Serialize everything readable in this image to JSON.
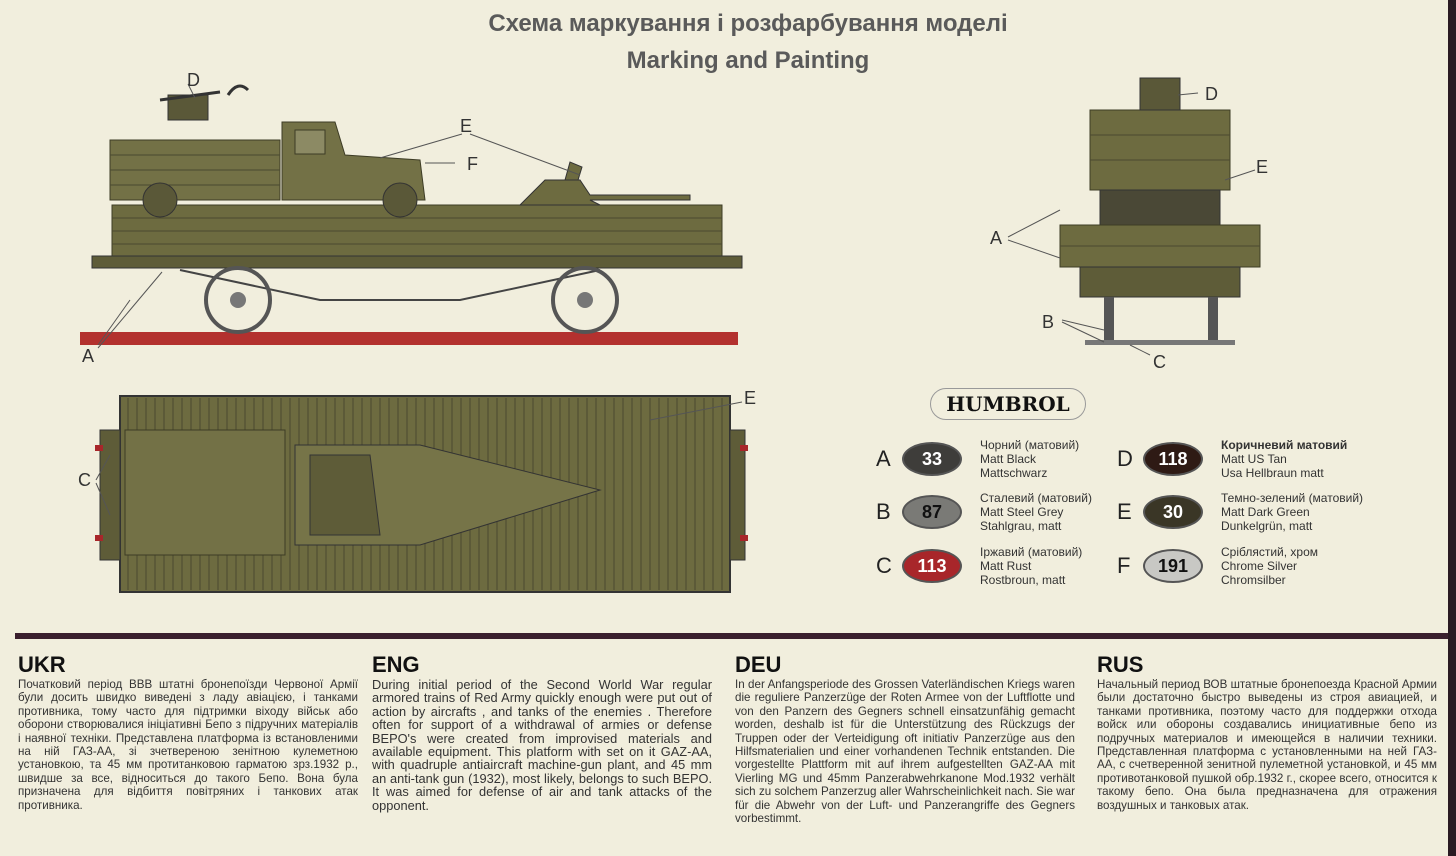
{
  "header": {
    "title_ukr": "Схема маркування і розфарбування моделі",
    "title_eng": "Marking and Painting"
  },
  "callouts": {
    "side": [
      "D",
      "E",
      "F",
      "A"
    ],
    "front": [
      "D",
      "E",
      "A",
      "B",
      "C"
    ],
    "top": [
      "E",
      "C"
    ]
  },
  "paint_brand": "HUMBROL",
  "paints": [
    {
      "letter": "A",
      "number": "33",
      "color": "#3e3d3a",
      "ukr": "Чорний (матовий)",
      "eng": "Matt Black",
      "deu": "Mattschwarz"
    },
    {
      "letter": "B",
      "number": "87",
      "color": "#7a7a76",
      "ukr": "Сталевий (матовий)",
      "eng": "Matt Steel Grey",
      "deu": "Stahlgrau, matt"
    },
    {
      "letter": "C",
      "number": "113",
      "color": "#a8262a",
      "ukr": "Іржавий (матовий)",
      "eng": "Matt Rust",
      "deu": "Rostbroun, matt"
    },
    {
      "letter": "D",
      "number": "118",
      "color": "#2e1a14",
      "ukr": "Коричневий матовий",
      "eng": "Matt US Tan",
      "deu": "Usa Hellbraun matt"
    },
    {
      "letter": "E",
      "number": "30",
      "color": "#3a3626",
      "ukr": "Темно-зелений (матовий)",
      "eng": "Matt Dark Green",
      "deu": "Dunkelgrün, matt"
    },
    {
      "letter": "F",
      "number": "191",
      "color": "#c8c8c4",
      "ukr": "Сріблястий, хром",
      "eng": "Chrome Silver",
      "deu": "Chromsilber"
    }
  ],
  "descriptions": [
    {
      "lang": "UKR",
      "text": "Початковий період ВВВ штатні бронепоїзди Червоної Армії були досить швидко виведені з ладу авіацією, і танками противника, тому часто для підтримки віходу військ або оборони створювалися ініціативні Бепо з підручних матеріалів і наявної техніки. Представлена платформа із встановленими на ній ГАЗ-АА, зі зчетвереною зенітною кулеметною установкою, та 45 мм протитанковою гарматою зрз.1932 р., швидше за все, відноситься до такого Бепо. Вона була призначена для відбиття повітряних і танкових атак противника."
    },
    {
      "lang": "ENG",
      "text": "During initial period of the Second World War regular armored trains of Red Army quickly enough were put out of action by aircrafts , and tanks of the enemies . Therefore often for support of a withdrawal of armies or defense BEPO's were created from improvised materials and available equipment. This platform with set on it GAZ-AA, with quadruple antiaircraft machine-gun plant, and 45 mm an anti-tank gun (1932), most likely, belongs to such BEPO. It was aimed for defense of air and tank attacks of the opponent."
    },
    {
      "lang": "DEU",
      "text": "In der Anfangsperiode des Grossen Vaterländischen Kriegs waren die reguliere Panzerzüge der Roten Armee von der Luftflotte und von den Panzern des Gegners schnell einsatzunfähig gemacht worden, deshalb ist für die Unterstützung des Rückzugs der Truppen oder der Verteidigung oft initiativ Panzerzüge aus den Hilfsmaterialien und einer vorhandenen Technik entstanden. Die vorgestellte Plattform mit auf ihrem aufgestellten GAZ-AA mit Vierling MG und 45mm Panzerabwehrkanone Mod.1932 verhält sich zu solchem Panzerzug aller Wahrscheinlichkeit nach. Sie war für die Abwehr von der Luft- und Panzerangriffe des Gegners vorbestimmt."
    },
    {
      "lang": "RUS",
      "text": "Начальный период ВОВ штатные бронепоезда Красной Армии были достаточно быстро выведены из строя авиацией, и танками противника, поэтому часто для поддержки отхода войск или обороны создавались инициативные бепо из подручных материалов и имеющейся в наличии техники. Представленная платформа с установленными на ней ГАЗ-АА, с счетверенной зенитной пулеметной установкой, и 45 мм противотанковой пушкой обр.1932 г., скорее всего, относится к такому бепо. Она была предназначена для отражения воздушных и танковых атак."
    }
  ]
}
